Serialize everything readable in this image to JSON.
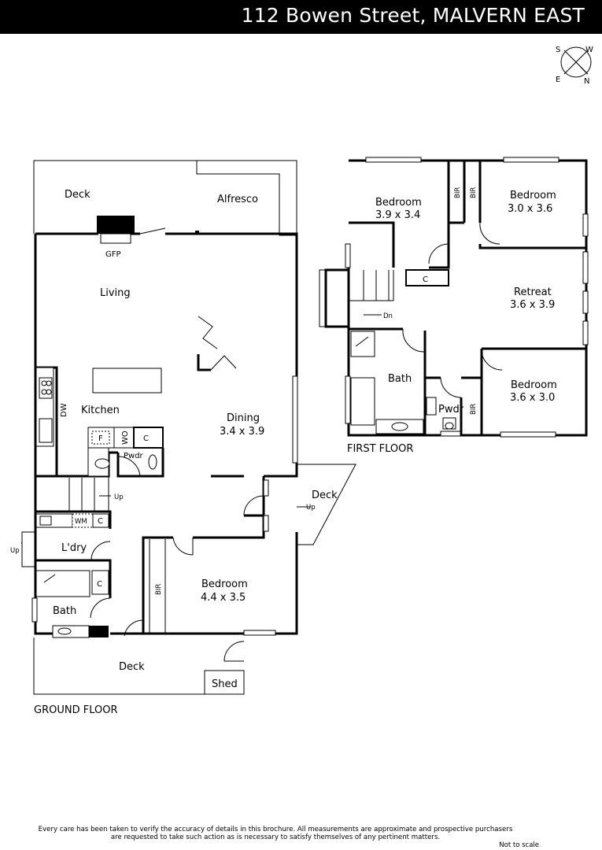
{
  "header": {
    "title": "112 Bowen Street, MALVERN EAST"
  },
  "compass": {
    "s": "S",
    "w": "W",
    "e": "E",
    "n": "N"
  },
  "ground_floor": {
    "label": "GROUND FLOOR",
    "deck_top": "Deck",
    "alfresco": "Alfresco",
    "gfp": "GFP",
    "living": "Living",
    "kitchen": "Kitchen",
    "dw": "DW",
    "f": "F",
    "wo": "WO",
    "c1": "C",
    "pwdr": "Pwdr",
    "dining": "Dining",
    "dining_dim": "3.4 x 3.9",
    "up1": "Up",
    "wm": "WM",
    "c2": "C",
    "laundry": "L'dry",
    "up2": "Up",
    "c3": "C",
    "bath": "Bath",
    "bir": "BIR",
    "bedroom": "Bedroom",
    "bedroom_dim": "4.4 x 3.5",
    "deck_side": "Deck",
    "up3": "Up",
    "deck_bottom": "Deck",
    "shed": "Shed"
  },
  "first_floor": {
    "label": "FIRST FLOOR",
    "bed1": "Bedroom",
    "bed1_dim": "3.9 x 3.4",
    "bir1": "BIR",
    "bir2": "BIR",
    "bed2": "Bedroom",
    "bed2_dim": "3.0 x 3.6",
    "c": "C",
    "retreat": "Retreat",
    "retreat_dim": "3.6 x 3.9",
    "dn": "Dn",
    "bath": "Bath",
    "pwdr": "Pwdr",
    "bir3": "BIR",
    "bed3": "Bedroom",
    "bed3_dim": "3.6 x 3.0"
  },
  "footer": {
    "disclaimer_line1": "Every care has been taken to verify the accuracy of details in this brochure.  All measurements are approximate and prospective purchasers",
    "disclaimer_line2": "are requested to take such action as is necessary to satisfy themselves of any pertinent matters.",
    "scale": "Not to scale"
  }
}
